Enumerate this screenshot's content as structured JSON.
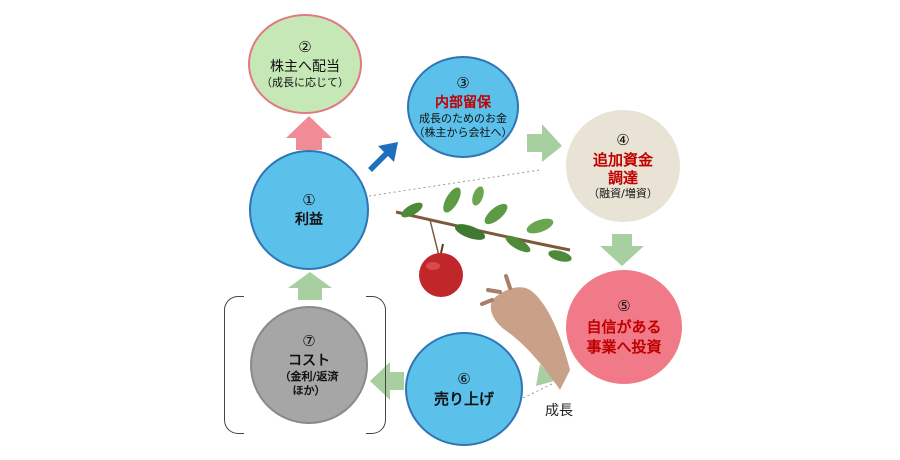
{
  "nodes": {
    "n1": {
      "num": "①",
      "title": "利益"
    },
    "n2": {
      "num": "②",
      "title": "株主へ配当",
      "sub": "（成長に応じて）"
    },
    "n3": {
      "num": "③",
      "title": "内部留保",
      "sub1": "成長のためのお金",
      "sub2": "（株主から会社へ）"
    },
    "n4": {
      "num": "④",
      "title1": "追加資金",
      "title2": "調達",
      "sub": "（融資/増資）"
    },
    "n5": {
      "num": "⑤",
      "title1": "自信がある",
      "title2": "事業へ投資"
    },
    "n6": {
      "num": "⑥",
      "title": "売り上げ"
    },
    "n7": {
      "num": "⑦",
      "title": "コスト",
      "sub1": "（金利/返済",
      "sub2": "ほか）"
    }
  },
  "growth_label": "成長",
  "colors": {
    "blue_node": "#5bc0ea",
    "green_node": "#c6e8b6",
    "beige_node": "#e8e3d4",
    "pink_node": "#f07a88",
    "gray_node": "#a6a6a6",
    "accent_red": "#c00000",
    "arrow_green": "#a8cfa0",
    "arrow_pink": "#f08c96",
    "arrow_blue": "#1f6fbf"
  }
}
